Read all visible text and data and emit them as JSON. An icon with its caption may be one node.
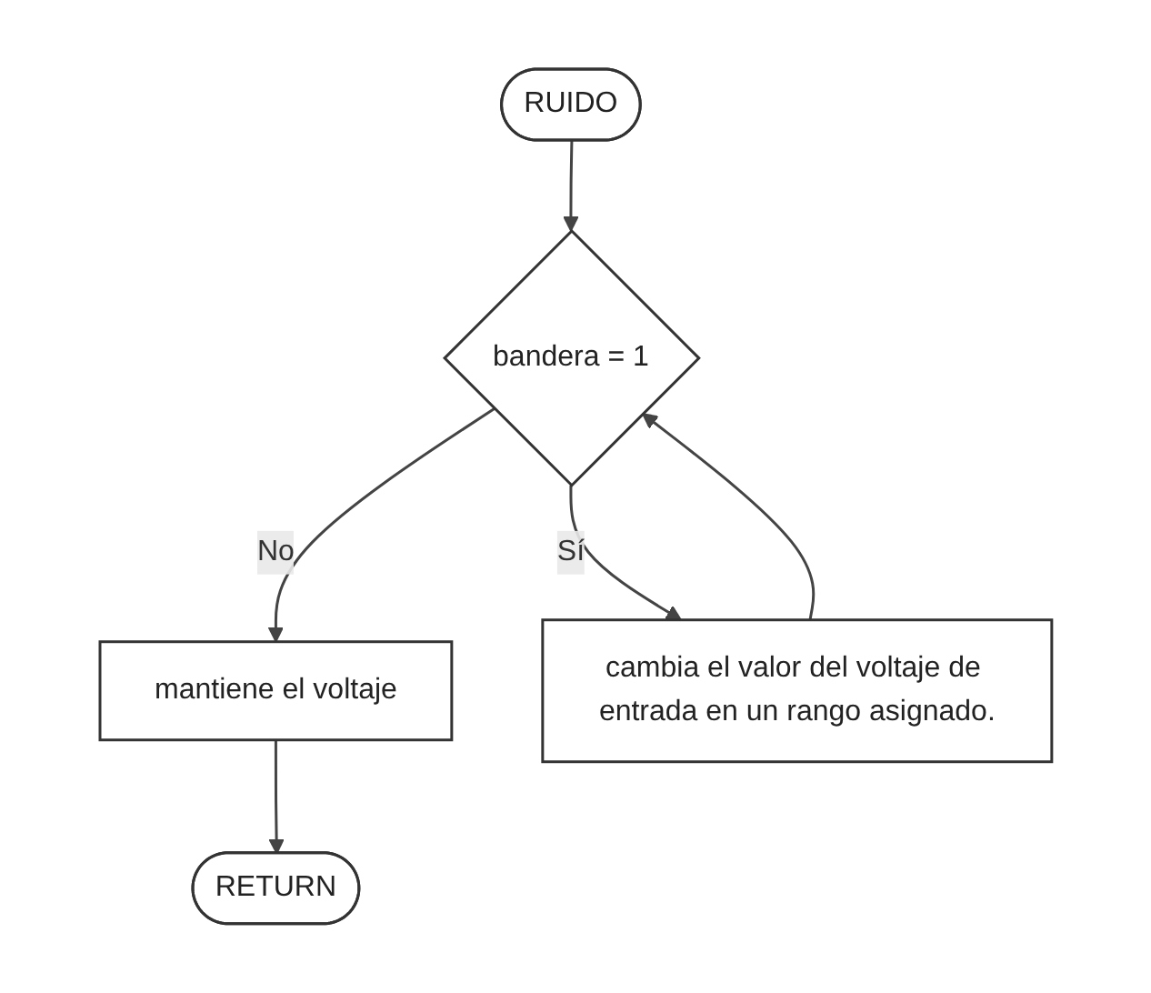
{
  "diagram": {
    "nodes": [
      {
        "text": [
          "RUIDO"
        ]
      },
      {
        "text": [
          "bandera = 1"
        ]
      },
      {
        "text": [
          "mantiene el voltaje"
        ]
      },
      {
        "text": [
          "cambia el valor del voltaje de entrada en un rango asignado."
        ]
      },
      {
        "text": [
          "RETURN"
        ]
      }
    ],
    "edges": [
      {
        "from": 0,
        "to": 1,
        "arrow": "to"
      },
      {
        "from": 1,
        "to": 2,
        "arrow": "to",
        "label": "No"
      },
      {
        "from": 1,
        "to": 3,
        "arrow": "to",
        "label": "Sí"
      },
      {
        "from": 2,
        "to": 4,
        "arrow": "to"
      },
      {
        "from": 3,
        "to": 1,
        "arrow": "to"
      }
    ]
  }
}
